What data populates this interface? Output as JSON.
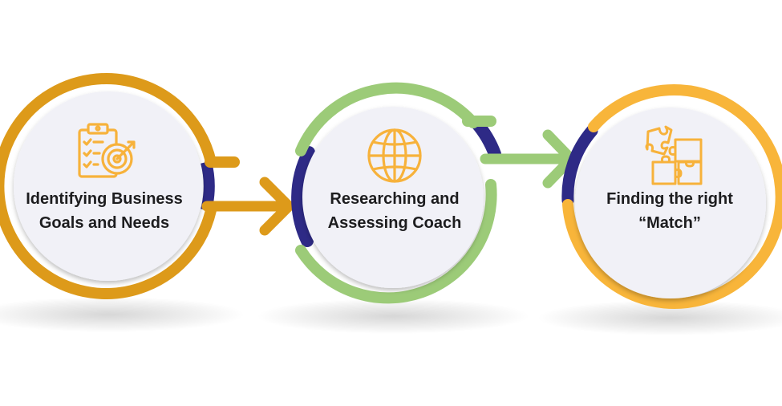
{
  "colors": {
    "step1_ring": "#DD9A1A",
    "step2_ring": "#9CCB78",
    "step3_ring": "#F8B53A",
    "inner_accent": "#2E2A86",
    "disc_fill": "#F1F1F7",
    "icon_color": "#F7B23B",
    "text_color": "#1D1D1F"
  },
  "steps": [
    {
      "id": "identifying",
      "line1": "Identifying Business",
      "line2": "Goals and Needs",
      "icon": "clipboard-target-icon"
    },
    {
      "id": "researching",
      "line1": "Researching and",
      "line2": "Assessing Coach",
      "icon": "globe-icon"
    },
    {
      "id": "finding",
      "line1": "Finding the right",
      "line2": "“Match”",
      "icon": "puzzle-icon"
    }
  ]
}
